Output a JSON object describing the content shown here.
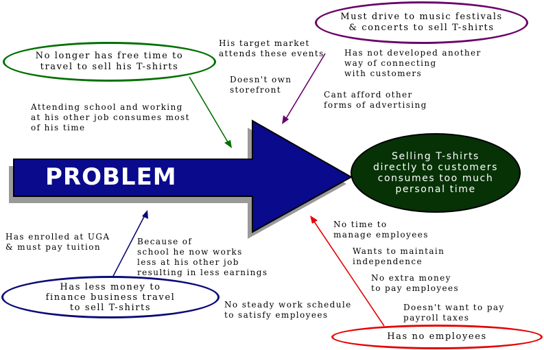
{
  "problem_label": "PROBLEM",
  "outcome": {
    "lines": [
      "Selling T-shirts",
      "directly to customers",
      "consumes too much",
      "personal time"
    ]
  },
  "causes": {
    "top_left": {
      "lines": [
        "No longer has free time to",
        "travel to sell his T-shirts"
      ],
      "color": "#007000"
    },
    "top_right": {
      "lines": [
        "Must drive to music festivals",
        "& concerts to sell T-shirts"
      ],
      "color": "#6a006a"
    },
    "bottom_left": {
      "lines": [
        "Has less money to",
        "finance business travel",
        "to sell T-shirts"
      ],
      "color": "#0a0a78"
    },
    "bottom_right": {
      "lines": [
        "Has no employees"
      ],
      "color": "#e60000"
    }
  },
  "notes": {
    "attending_school": [
      "Attending school and working",
      "at his other job consumes most",
      "of his time"
    ],
    "target_market": [
      "His target market",
      "attends these events"
    ],
    "no_storefront": [
      "Doesn't own",
      "storefront"
    ],
    "no_other_way": [
      "Has not developed another",
      "way of connecting",
      "with customers"
    ],
    "cant_afford": [
      "Cant afford other",
      "forms of advertising"
    ],
    "enrolled_uga": [
      "Has enrolled at UGA",
      "& must pay tuition"
    ],
    "works_less": [
      "Because of",
      "school he now works",
      "less at his other job",
      "resulting in less earnings"
    ],
    "no_time_manage": [
      "No time to",
      "manage employees"
    ],
    "independence": [
      "Wants to maintain",
      "independence"
    ],
    "no_extra_money": [
      "No extra money",
      "to pay employees"
    ],
    "payroll_taxes": [
      "Doesn't want to pay",
      "payroll taxes"
    ],
    "no_steady_schedule": [
      "No steady work schedule",
      "to satisfy employees"
    ]
  },
  "colors": {
    "arrow": "#0a0a8c",
    "arrow_shadow": "#9a9a9a",
    "outcome_fill": "#063206"
  }
}
